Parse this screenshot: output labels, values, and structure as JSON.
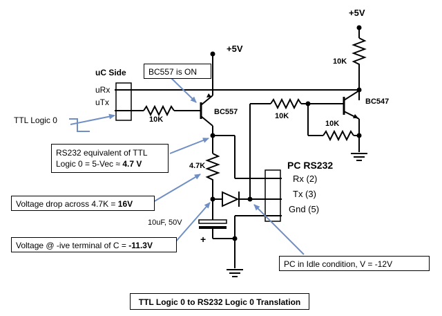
{
  "labels": {
    "vcc_top_right": "+5V",
    "vcc_mid": "+5V",
    "r_top_right": "10K",
    "r_input": "10K",
    "r_bc547_base": "10K",
    "r_bc547_bias": "10K",
    "r_load": "4.7K",
    "cap": "10uF, 50V",
    "plus_sign": "+",
    "q1": "BC557",
    "q2": "BC547",
    "uc_title": "uC Side",
    "urx": "uRx",
    "utx": "uTx",
    "ttl_logic0": "TTL Logic 0",
    "pc_title": "PC RS232",
    "rx": "Rx (2)",
    "tx": "Tx (3)",
    "gnd": "Gnd (5)"
  },
  "callouts": {
    "bc557_on": "BC557 is ON",
    "rs232_eq_line1": "RS232 equivalent of TTL",
    "rs232_eq_line2_prefix": "Logic 0 = 5-Vec ≈ ",
    "rs232_eq_line2_value": "4.7 V",
    "vdrop_prefix": "Voltage drop across 4.7K = ",
    "vdrop_value": "16V",
    "vcap_prefix": "Voltage @ -ive terminal of C = ",
    "vcap_value": "-11.3V",
    "pc_idle": "PC in Idle condition, V = -12V"
  },
  "caption": "TTL Logic 0 to RS232 Logic 0 Translation",
  "colors": {
    "wire": "#000000",
    "arrow": "#6f8fc4"
  }
}
